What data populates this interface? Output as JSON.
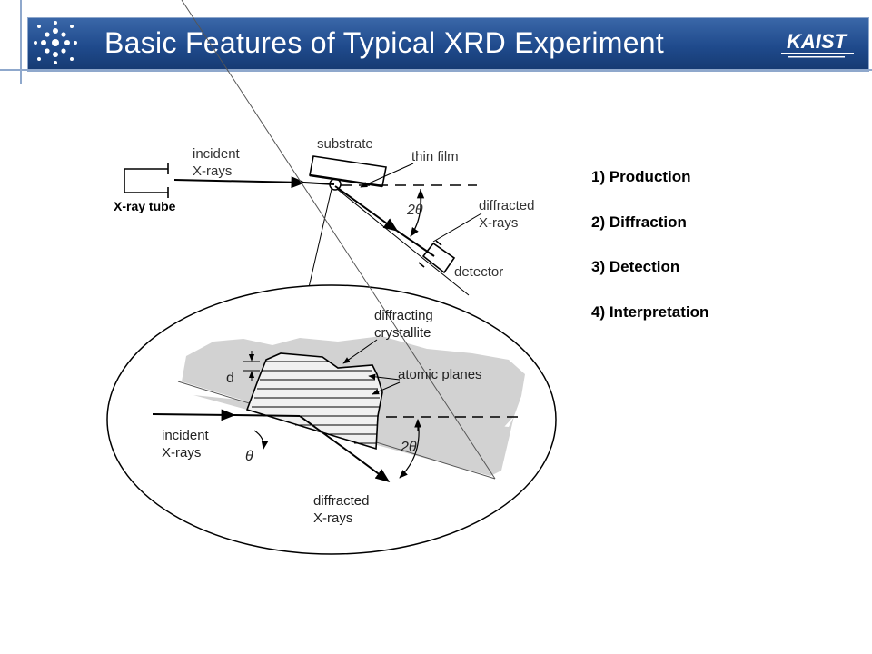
{
  "slide": {
    "title": "Basic Features of Typical XRD Experiment",
    "logo_text": "KAIST",
    "accent_color": "#1f4a8c"
  },
  "steps": [
    "1) Production",
    "2) Diffraction",
    "3) Detection",
    "4) Interpretation"
  ],
  "diagram": {
    "top_labels": {
      "incident": "incident",
      "xrays": "X-rays",
      "tube": "X-ray tube",
      "substrate": "substrate",
      "thin_film": "thin  film",
      "diffracted": "diffracted",
      "diffracted_xrays": "X-rays",
      "detector": "detector",
      "angle": "2θ"
    },
    "ellipse_labels": {
      "diffracting": "diffracting",
      "crystallite": "crystallite",
      "atomic_planes": "atomic planes",
      "d": "d",
      "incident": "incident",
      "xrays": "X-rays",
      "theta": "θ",
      "two_theta": "2θ",
      "diffracted": "diffracted",
      "diffracted_xrays": "X-rays"
    }
  }
}
